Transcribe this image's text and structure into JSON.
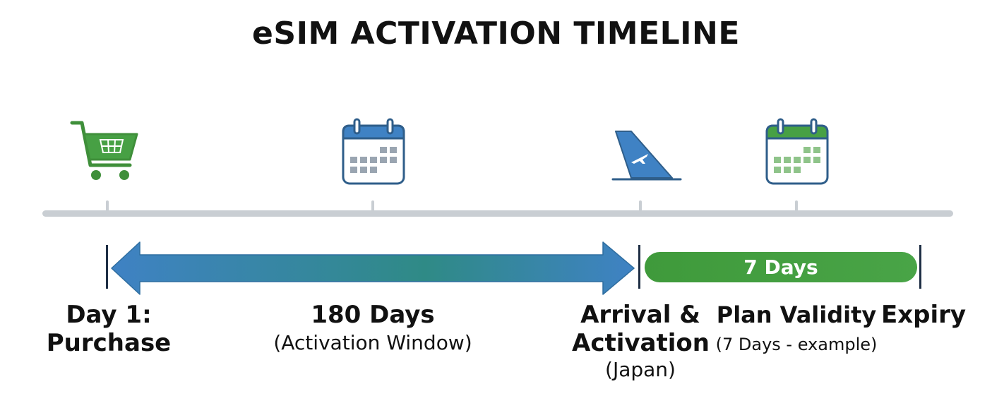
{
  "title": "eSIM ACTIVATION TIMELINE",
  "icons": {
    "purchase": "shopping-cart-icon",
    "window": "calendar-icon",
    "arrival": "airplane-tail-icon",
    "validity": "calendar-icon"
  },
  "colors": {
    "green": "#47a044",
    "blue": "#3f82c4",
    "teal": "#2f8a78",
    "timeline": "#c9ced3",
    "dark": "#1f2f45"
  },
  "bars": {
    "validity_label": "7 Days"
  },
  "labels": {
    "purchase": {
      "line1": "Day 1:",
      "line2": "Purchase"
    },
    "window": {
      "line1": "180 Days",
      "line2": "(Activation Window)"
    },
    "arrival": {
      "line1": "Arrival &",
      "line2": "Activation",
      "line3": "(Japan)"
    },
    "validity": {
      "line1": "Plan Validity",
      "line2": "(7 Days - example)"
    },
    "expiry": {
      "line1": "Expiry"
    }
  }
}
